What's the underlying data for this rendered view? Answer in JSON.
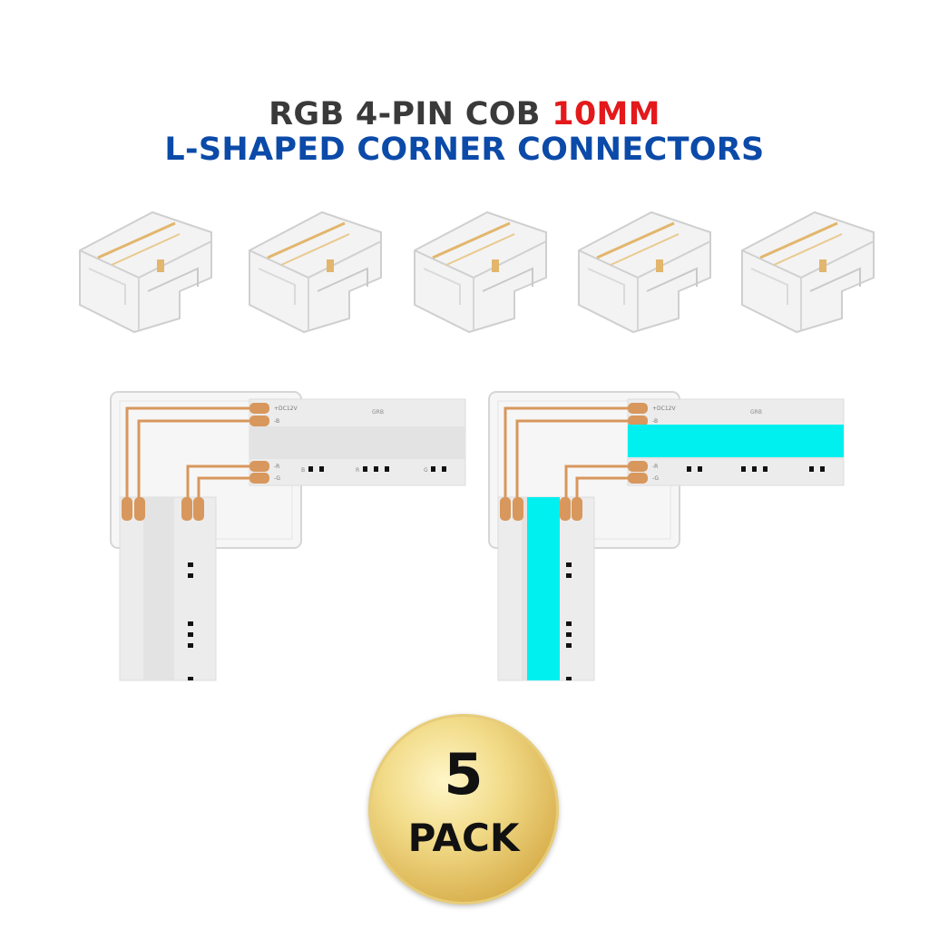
{
  "title": {
    "line1_prefix": "RGB 4-PIN COB ",
    "line1_highlight": "10MM",
    "line2": "L-SHAPED CORNER CONNECTORS"
  },
  "colors": {
    "title_gray": "#3a3a3a",
    "highlight_red": "#e3191b",
    "title_blue": "#0b4aa8",
    "led_cyan": "#00f0f0",
    "pad_copper": "#d8975c"
  },
  "connectors": {
    "count": 5
  },
  "diagram": {
    "pins": [
      "+DC12V",
      "-B",
      "-R",
      "-G"
    ],
    "strip_label": "GRB",
    "led_group_labels": [
      "B",
      "R",
      "G"
    ]
  },
  "badge": {
    "number": "5",
    "label": "PACK"
  }
}
